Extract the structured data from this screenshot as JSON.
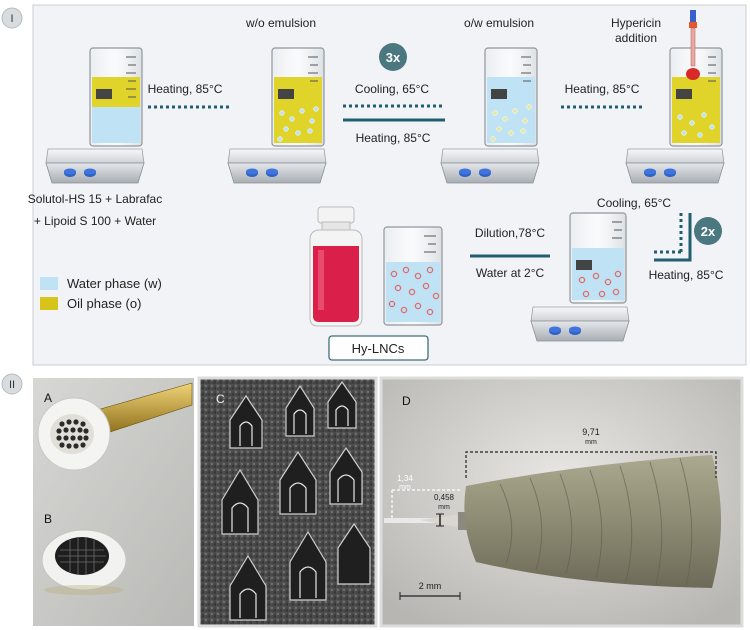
{
  "panel_labels": {
    "one": "I",
    "two": "II"
  },
  "process": {
    "step_wo": "w/o emulsion",
    "step_ow": "o/w emulsion",
    "hypericin_line1": "Hypericin",
    "hypericin_line2": "addition",
    "heating_85_a": "Heating, 85°C",
    "cooling_65_a": "Cooling, 65°C",
    "heating_85_b": "Heating, 85°C",
    "heating_85_c": "Heating, 85°C",
    "cycles_3x": "3x",
    "cycles_2x": "2x",
    "cooling_65_b": "Cooling, 65°C",
    "heating_85_d": "Heating, 85°C",
    "dilution": "Dilution,78°C",
    "water_2c": "Water at 2°C",
    "ingredients_line1": "Solutol-HS 15 + Labrafac",
    "ingredients_line2": "+ Lipoid S 100 + Water",
    "product": "Hy-LNCs"
  },
  "legend": {
    "water": {
      "label": "Water phase (w)",
      "color": "#bfe3f5"
    },
    "oil": {
      "label": "Oil phase (o)",
      "color": "#d7c41a"
    }
  },
  "photos": {
    "a": "A",
    "b": "B",
    "c": "C",
    "d": "D",
    "dim_length": "9,71",
    "dim_length_unit": "mm",
    "dim_tip": "1,34",
    "dim_tip_unit": "mm",
    "dim_width": "0,458",
    "dim_width_unit": "mm",
    "scale_bar": "2 mm"
  },
  "colors": {
    "arrow": "#1f5f6e",
    "badge": "#4a7780",
    "panel_bg": "#f1f3f6",
    "beaker_liquid_blue": "#bfe3f5",
    "beaker_liquid_yellow": "#e0d32a",
    "droplet": "#e46a6a",
    "knob": "#2f62c9"
  }
}
